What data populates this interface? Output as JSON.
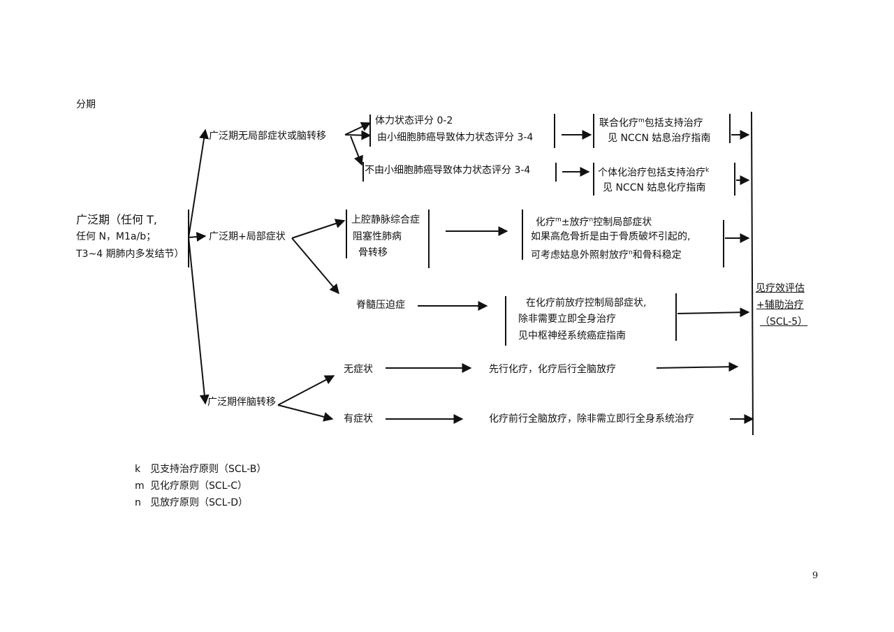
{
  "page": {
    "section_title": "分期",
    "page_number": "9"
  },
  "root": {
    "line1": "广泛期（任何 T,",
    "line2": "任何 N，M1a/b；",
    "line3": "T3~4 期肺内多发结节）"
  },
  "branches": {
    "no_local": "广泛期无局部症状或脑转移",
    "local": "广泛期+局部症状",
    "brain": "广泛期伴脑转移"
  },
  "no_local": {
    "ps_0_2": "体力状态评分 0-2",
    "ps_3_4_sclc": "由小细胞肺癌导致体力状态评分 3-4",
    "ps_3_4_not_sclc": "不由小细胞肺癌导致体力状态评分 3-4",
    "combo_line1": "联合化疗",
    "combo_sup": "m",
    "combo_line1_rest": "包括支持治疗",
    "combo_line2": "见 NCCN 姑息治疗指南",
    "indiv_line1": "个体化治疗包括支持治疗",
    "indiv_sup": "k",
    "indiv_line2": "见 NCCN 姑息化疗指南"
  },
  "local": {
    "sym1": "上腔静脉综合症",
    "sym2": "阻塞性肺病",
    "sym3": "骨转移",
    "tx_line1_a": "化疗",
    "tx_sup1": "m",
    "tx_line1_b": "±放疗",
    "tx_sup2": "n",
    "tx_line1_c": "控制局部症状",
    "tx_line2": "如果高危骨折是由于骨质破坏引起的,",
    "tx_line3_a": "可考虑姑息外照射放疗",
    "tx_sup3": "n",
    "tx_line3_b": "和骨科稳定",
    "spinal": "脊髓压迫症",
    "spinal_line1": "在化疗前放疗控制局部症状,",
    "spinal_line2": "除非需要立即全身治疗",
    "spinal_line3": "见中枢神经系统癌症指南"
  },
  "brain": {
    "asym": "无症状",
    "asym_tx": "先行化疗，化疗后行全脑放疗",
    "sym": "有症状",
    "sym_tx": "化疗前行全脑放疗，除非需立即行全身系统治疗"
  },
  "outcome": {
    "line1": "见疗效评估",
    "line2": "+辅助治疗",
    "line3": "（SCL-5）"
  },
  "footnotes": [
    {
      "key": "k",
      "text": "见支持治疗原则（SCL-B）"
    },
    {
      "key": "m",
      "text": "见化疗原则（SCL-C）"
    },
    {
      "key": "n",
      "text": "见放疗原则（SCL-D）"
    }
  ]
}
